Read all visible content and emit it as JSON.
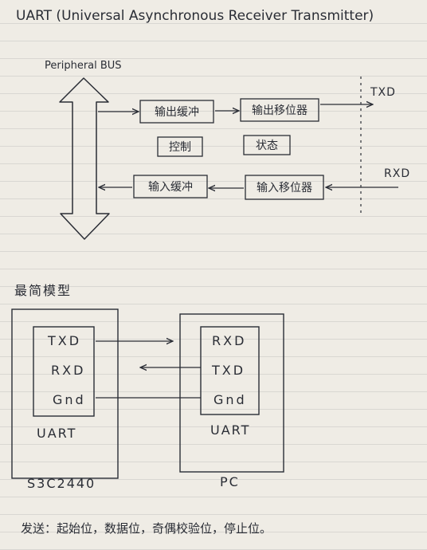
{
  "title": "UART (Universal Asynchronous Receiver Transmitter)",
  "block_diagram": {
    "bus_label": "Peripheral BUS",
    "blocks": {
      "tx_buffer": "输出缓冲",
      "tx_shift": "输出移位器",
      "control": "控制",
      "status": "状态",
      "rx_buffer": "输入缓冲",
      "rx_shift": "输入移位器"
    },
    "txd_label": "TXD",
    "rxd_label": "RXD"
  },
  "model": {
    "heading": "最简模型",
    "left_device": {
      "pins": [
        "TXD",
        "RXD",
        "Gnd"
      ],
      "module_label": "UART",
      "device_label": "S3C2440"
    },
    "right_device": {
      "pins": [
        "RXD",
        "TXD",
        "Gnd"
      ],
      "module_label": "UART",
      "device_label": "PC"
    }
  },
  "send_line": "发送：起始位，数据位，奇偶校验位，停止位。",
  "colors": {
    "ink": "#2a2d35",
    "paper": "#efece5",
    "rule": "#d9d7d2"
  }
}
